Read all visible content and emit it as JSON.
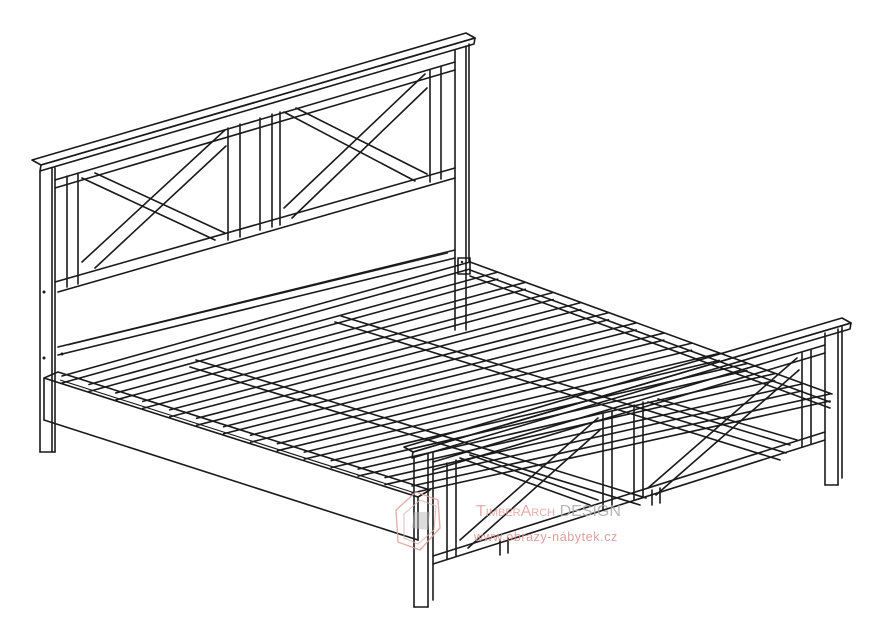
{
  "watermark": {
    "brand_prefix": "TimberArch",
    "brand_suffix": " DESIGN",
    "url": "www.obrazy-nábytek.cz",
    "colors": {
      "brand": "#e3a19c",
      "suffix": "#a9a9a9",
      "url": "#d98f8a"
    }
  }
}
